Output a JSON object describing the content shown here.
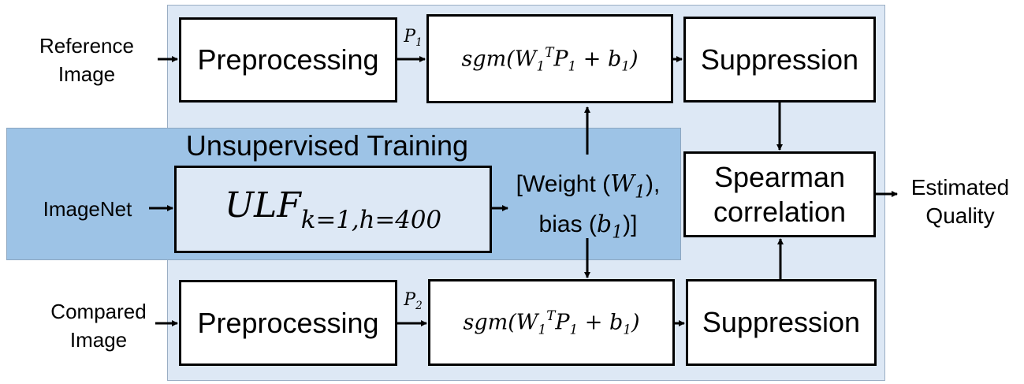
{
  "inputs": {
    "reference_image": "Reference\nImage",
    "imagenet": "ImageNet",
    "compared_image": "Compared\nImage"
  },
  "training": {
    "title": "Unsupervised Training",
    "ulf_main": "ULF",
    "ulf_sub": "k=1,h=400"
  },
  "boxes": {
    "preprocessing_top": "Preprocessing",
    "preprocessing_bottom": "Preprocessing",
    "suppression_top": "Suppression",
    "suppression_bottom": "Suppression",
    "spearman": "Spearman\ncorrelation"
  },
  "formula": {
    "func": "sgm(W",
    "w_sub": "1",
    "sup": "T",
    "p": "P",
    "p_sub": "1",
    "rest": " + b",
    "b_sub": "1",
    "close": ")"
  },
  "labels": {
    "p1": "P",
    "p1_sub": "1",
    "p2": "P",
    "p2_sub": "2",
    "weight_line1": "[Weight (",
    "weight_w": "W",
    "weight_w_sub": "1",
    "weight_line1_end": "),",
    "bias_line2": "bias (",
    "bias_b": "b",
    "bias_b_sub": "1",
    "bias_line2_end": ")]"
  },
  "output": {
    "estimated_quality": "Estimated\nQuality"
  }
}
